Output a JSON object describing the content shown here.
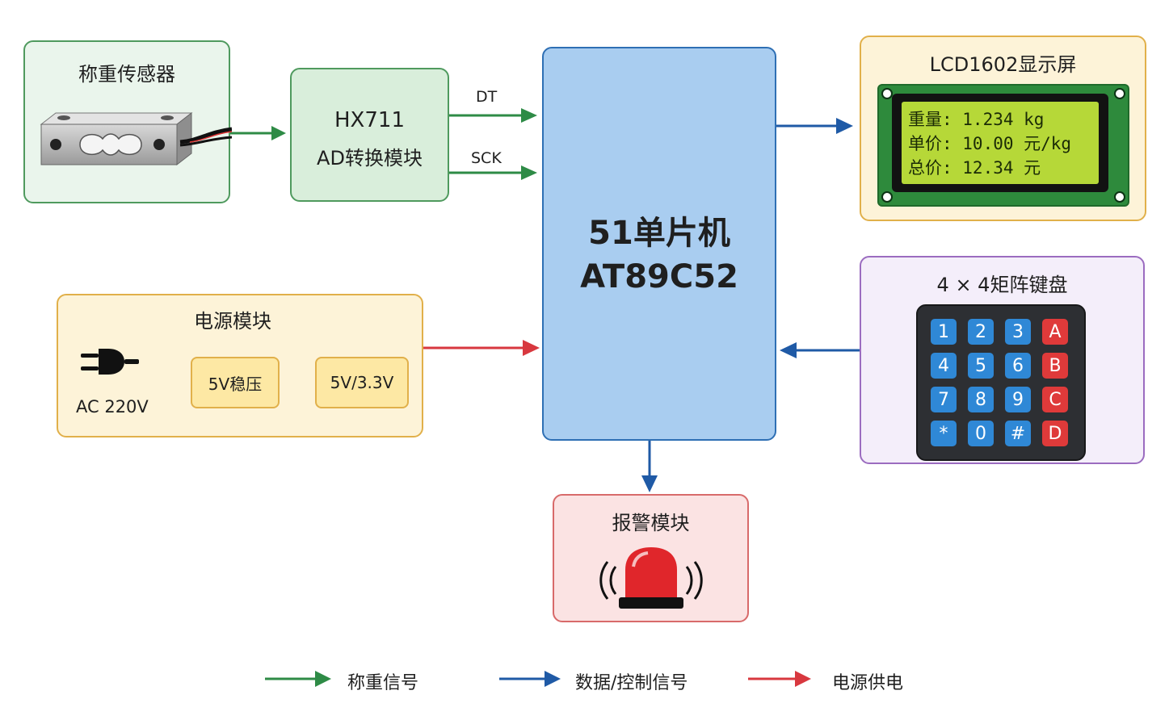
{
  "sensor": {
    "title": "称重传感器"
  },
  "hx711": {
    "line1": "HX711",
    "line2": "AD转换模块"
  },
  "signals": {
    "dt": "DT",
    "sck": "SCK"
  },
  "mcu": {
    "line1": "51单片机",
    "line2": "AT89C52"
  },
  "lcd": {
    "title": "LCD1602显示屏",
    "rows": [
      "重量: 1.234 kg",
      "单价: 10.00 元/kg",
      "总价: 12.34 元"
    ]
  },
  "keypad": {
    "title": "4 × 4矩阵键盘",
    "keys": [
      "1",
      "2",
      "3",
      "A",
      "4",
      "5",
      "6",
      "B",
      "7",
      "8",
      "9",
      "C",
      "*",
      "0",
      "#",
      "D"
    ]
  },
  "power": {
    "title": "电源模块",
    "input": "AC 220V",
    "regulator": "5V稳压",
    "output": "5V/3.3V"
  },
  "alarm": {
    "title": "报警模块"
  },
  "legend": [
    {
      "label": "称重信号",
      "color": "#2e8b46"
    },
    {
      "label": "数据/控制信号",
      "color": "#1f5aa6"
    },
    {
      "label": "电源供电",
      "color": "#d8383f"
    }
  ],
  "icons": [
    "load-cell-icon",
    "plug-icon",
    "siren-icon"
  ]
}
